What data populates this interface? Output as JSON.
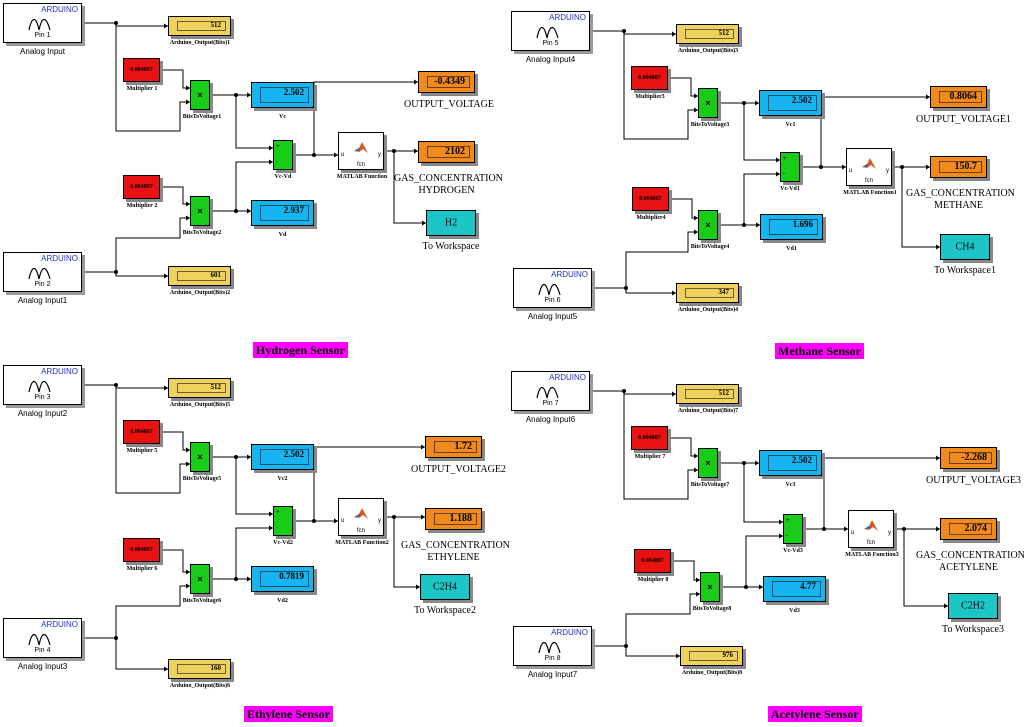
{
  "sections": [
    {
      "title": "Hydrogen Sensor",
      "arduino_a": {
        "brand": "ARDUINO",
        "pin": "Pin 1",
        "name": "Analog Input"
      },
      "arduino_b": {
        "brand": "ARDUINO",
        "pin": "Pin 2",
        "name": "Analog Input1"
      },
      "out_bits_a": {
        "value": "512",
        "label": "Arduino_Output(Bits)1"
      },
      "out_bits_b": {
        "value": "601",
        "label": "Arduino_Output(Bits)2"
      },
      "mult_a": {
        "value": "0.004887",
        "label": "Multiplier 1"
      },
      "mult_b": {
        "value": "0.004887",
        "label": "Multiplier 2"
      },
      "prod_a_label": "BitsToVoltage1",
      "prod_b_label": "BitsToVoltage2",
      "vc": {
        "value": "2.502",
        "label": "Vc"
      },
      "vd": {
        "value": "2.937",
        "label": "Vd"
      },
      "sum_label": "Vc-Vd",
      "fcn": {
        "u": "u",
        "y": "y",
        "fcn": "fcn",
        "label": "MATLAB Function"
      },
      "out_voltage": {
        "value": "-0.4349",
        "label": "OUTPUT_VOLTAGE"
      },
      "gas_conc": {
        "value": "2102",
        "label1": "GAS_CONCENTRATION",
        "label2": "HYDROGEN"
      },
      "workspace": {
        "value": "H2",
        "label": "To Workspace"
      }
    },
    {
      "title": "Methane Sensor",
      "arduino_a": {
        "brand": "ARDUINO",
        "pin": "Pin 5",
        "name": "Analog Input4"
      },
      "arduino_b": {
        "brand": "ARDUINO",
        "pin": "Pin 6",
        "name": "Analog Input5"
      },
      "out_bits_a": {
        "value": "512",
        "label": "Arduino_Output(Bits)3"
      },
      "out_bits_b": {
        "value": "347",
        "label": "Arduino_Output(Bits)4"
      },
      "mult_a": {
        "value": "0.004887",
        "label": "Multiplier3"
      },
      "mult_b": {
        "value": "0.004887",
        "label": "Multiplier4"
      },
      "prod_a_label": "BitsToVoltage3",
      "prod_b_label": "BitsToVoltage4",
      "vc": {
        "value": "2.502",
        "label": "Vc1"
      },
      "vd": {
        "value": "1.696",
        "label": "Vd1"
      },
      "sum_label": "Vc-Vd1",
      "fcn": {
        "u": "u",
        "y": "y",
        "fcn": "fcn",
        "label": "MATLAB Function1"
      },
      "out_voltage": {
        "value": "0.8064",
        "label": "OUTPUT_VOLTAGE1"
      },
      "gas_conc": {
        "value": "150.7",
        "label1": "GAS_CONCENTRATION",
        "label2": "METHANE"
      },
      "workspace": {
        "value": "CH4",
        "label": "To Workspace1"
      }
    },
    {
      "title": "Ethylene Sensor",
      "arduino_a": {
        "brand": "ARDUINO",
        "pin": "Pin 3",
        "name": "Analog Input2"
      },
      "arduino_b": {
        "brand": "ARDUINO",
        "pin": "Pin 4",
        "name": "Analog Input3"
      },
      "out_bits_a": {
        "value": "512",
        "label": "Arduino_Output(Bits)5"
      },
      "out_bits_b": {
        "value": "160",
        "label": "Arduino_Output(Bits)6"
      },
      "mult_a": {
        "value": "0.004887",
        "label": "Multiplier 5"
      },
      "mult_b": {
        "value": "0.004887",
        "label": "Multiplier 6"
      },
      "prod_a_label": "BitsToVoltage5",
      "prod_b_label": "BitsToVoltage6",
      "vc": {
        "value": "2.502",
        "label": "Vc2"
      },
      "vd": {
        "value": "0.7819",
        "label": "Vd2"
      },
      "sum_label": "Vc-Vd2",
      "fcn": {
        "u": "u",
        "y": "y",
        "fcn": "fcn",
        "label": "MATLAB Function2"
      },
      "out_voltage": {
        "value": "1.72",
        "label": "OUTPUT_VOLTAGE2"
      },
      "gas_conc": {
        "value": "1.188",
        "label1": "GAS_CONCENTRATION",
        "label2": "ETHYLENE"
      },
      "workspace": {
        "value": "C2H4",
        "label": "To Workspace2"
      }
    },
    {
      "title": "Acetylene Sensor",
      "arduino_a": {
        "brand": "ARDUINO",
        "pin": "Pin 7",
        "name": "Analog Input6"
      },
      "arduino_b": {
        "brand": "ARDUINO",
        "pin": "Pin 8",
        "name": "Analog Input7"
      },
      "out_bits_a": {
        "value": "512",
        "label": "Arduino_Output(Bits)7"
      },
      "out_bits_b": {
        "value": "976",
        "label": "Arduino_Output(Bits)8"
      },
      "mult_a": {
        "value": "0.004887",
        "label": "Multiplier 7"
      },
      "mult_b": {
        "value": "0.004887",
        "label": "Multiplier 8"
      },
      "prod_a_label": "BitsToVoltage7",
      "prod_b_label": "BitsToVoltage8",
      "vc": {
        "value": "2.502",
        "label": "Vc3"
      },
      "vd": {
        "value": "4.77",
        "label": "Vd3"
      },
      "sum_label": "Vc-Vd3",
      "fcn": {
        "u": "u",
        "y": "y",
        "fcn": "fcn",
        "label": "MATLAB Function3"
      },
      "out_voltage": {
        "value": "-2.268",
        "label": "OUTPUT_VOLTAGE3"
      },
      "gas_conc": {
        "value": "2.074",
        "label1": "GAS_CONCENTRATION",
        "label2": "ACETYLENE"
      },
      "workspace": {
        "value": "C2H2",
        "label": "To Workspace3"
      }
    }
  ],
  "icons": {
    "arduino": "sine-wave-icon",
    "matlab": "matlab-logo-icon",
    "product": "multiply-icon",
    "sum": "sum-icon"
  }
}
